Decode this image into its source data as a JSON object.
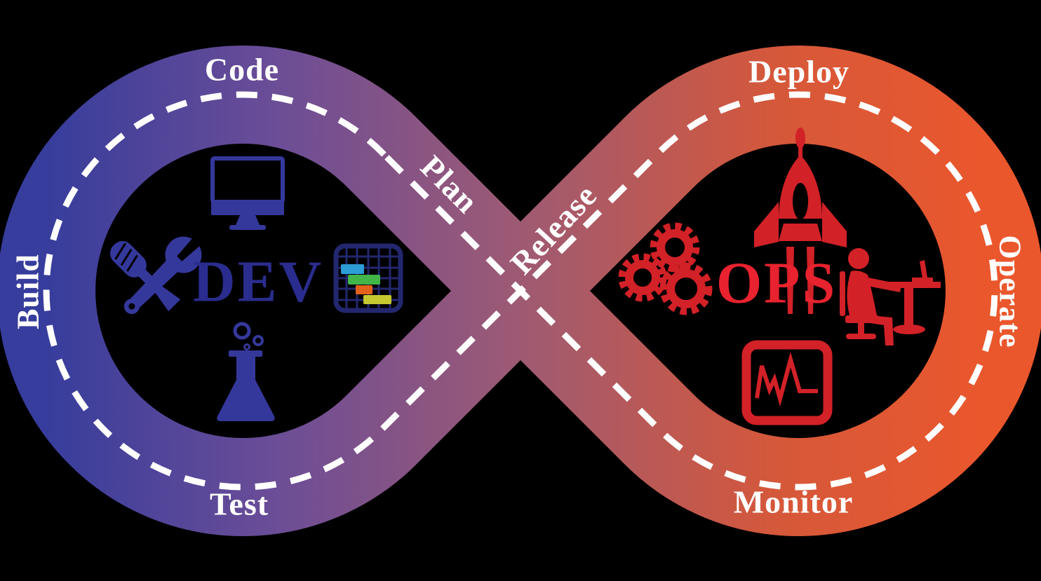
{
  "sides": {
    "dev": "DEV",
    "ops": "OPS"
  },
  "stages": {
    "code": "Code",
    "build": "Build",
    "test": "Test",
    "plan": "Plan",
    "release": "Release",
    "deploy": "Deploy",
    "operate": "Operate",
    "monitor": "Monitor"
  },
  "colors": {
    "background": "#000000",
    "band_gradient": [
      "#373d9c",
      "#6b4d97",
      "#9e5a73",
      "#d5583a",
      "#eb572c"
    ],
    "dash_line": "#ffffff",
    "stage_label_text": "#ffffff",
    "dev_text": "#2a2d8e",
    "dev_icon": "#35389b",
    "gantt_frame": "#23276f",
    "gantt_bars": [
      "#2d9dd6",
      "#42b549",
      "#e2611b",
      "#c5c92f"
    ],
    "ops_text": "#e8222e",
    "ops_icon": "#d22127"
  },
  "icons": {
    "dev_loop": [
      "computer-monitor-icon",
      "tools-icon",
      "gantt-chart-icon",
      "test-flask-icon"
    ],
    "ops_loop": [
      "rocket-icon",
      "gears-icon",
      "developer-desk-icon",
      "monitoring-graph-icon"
    ]
  }
}
